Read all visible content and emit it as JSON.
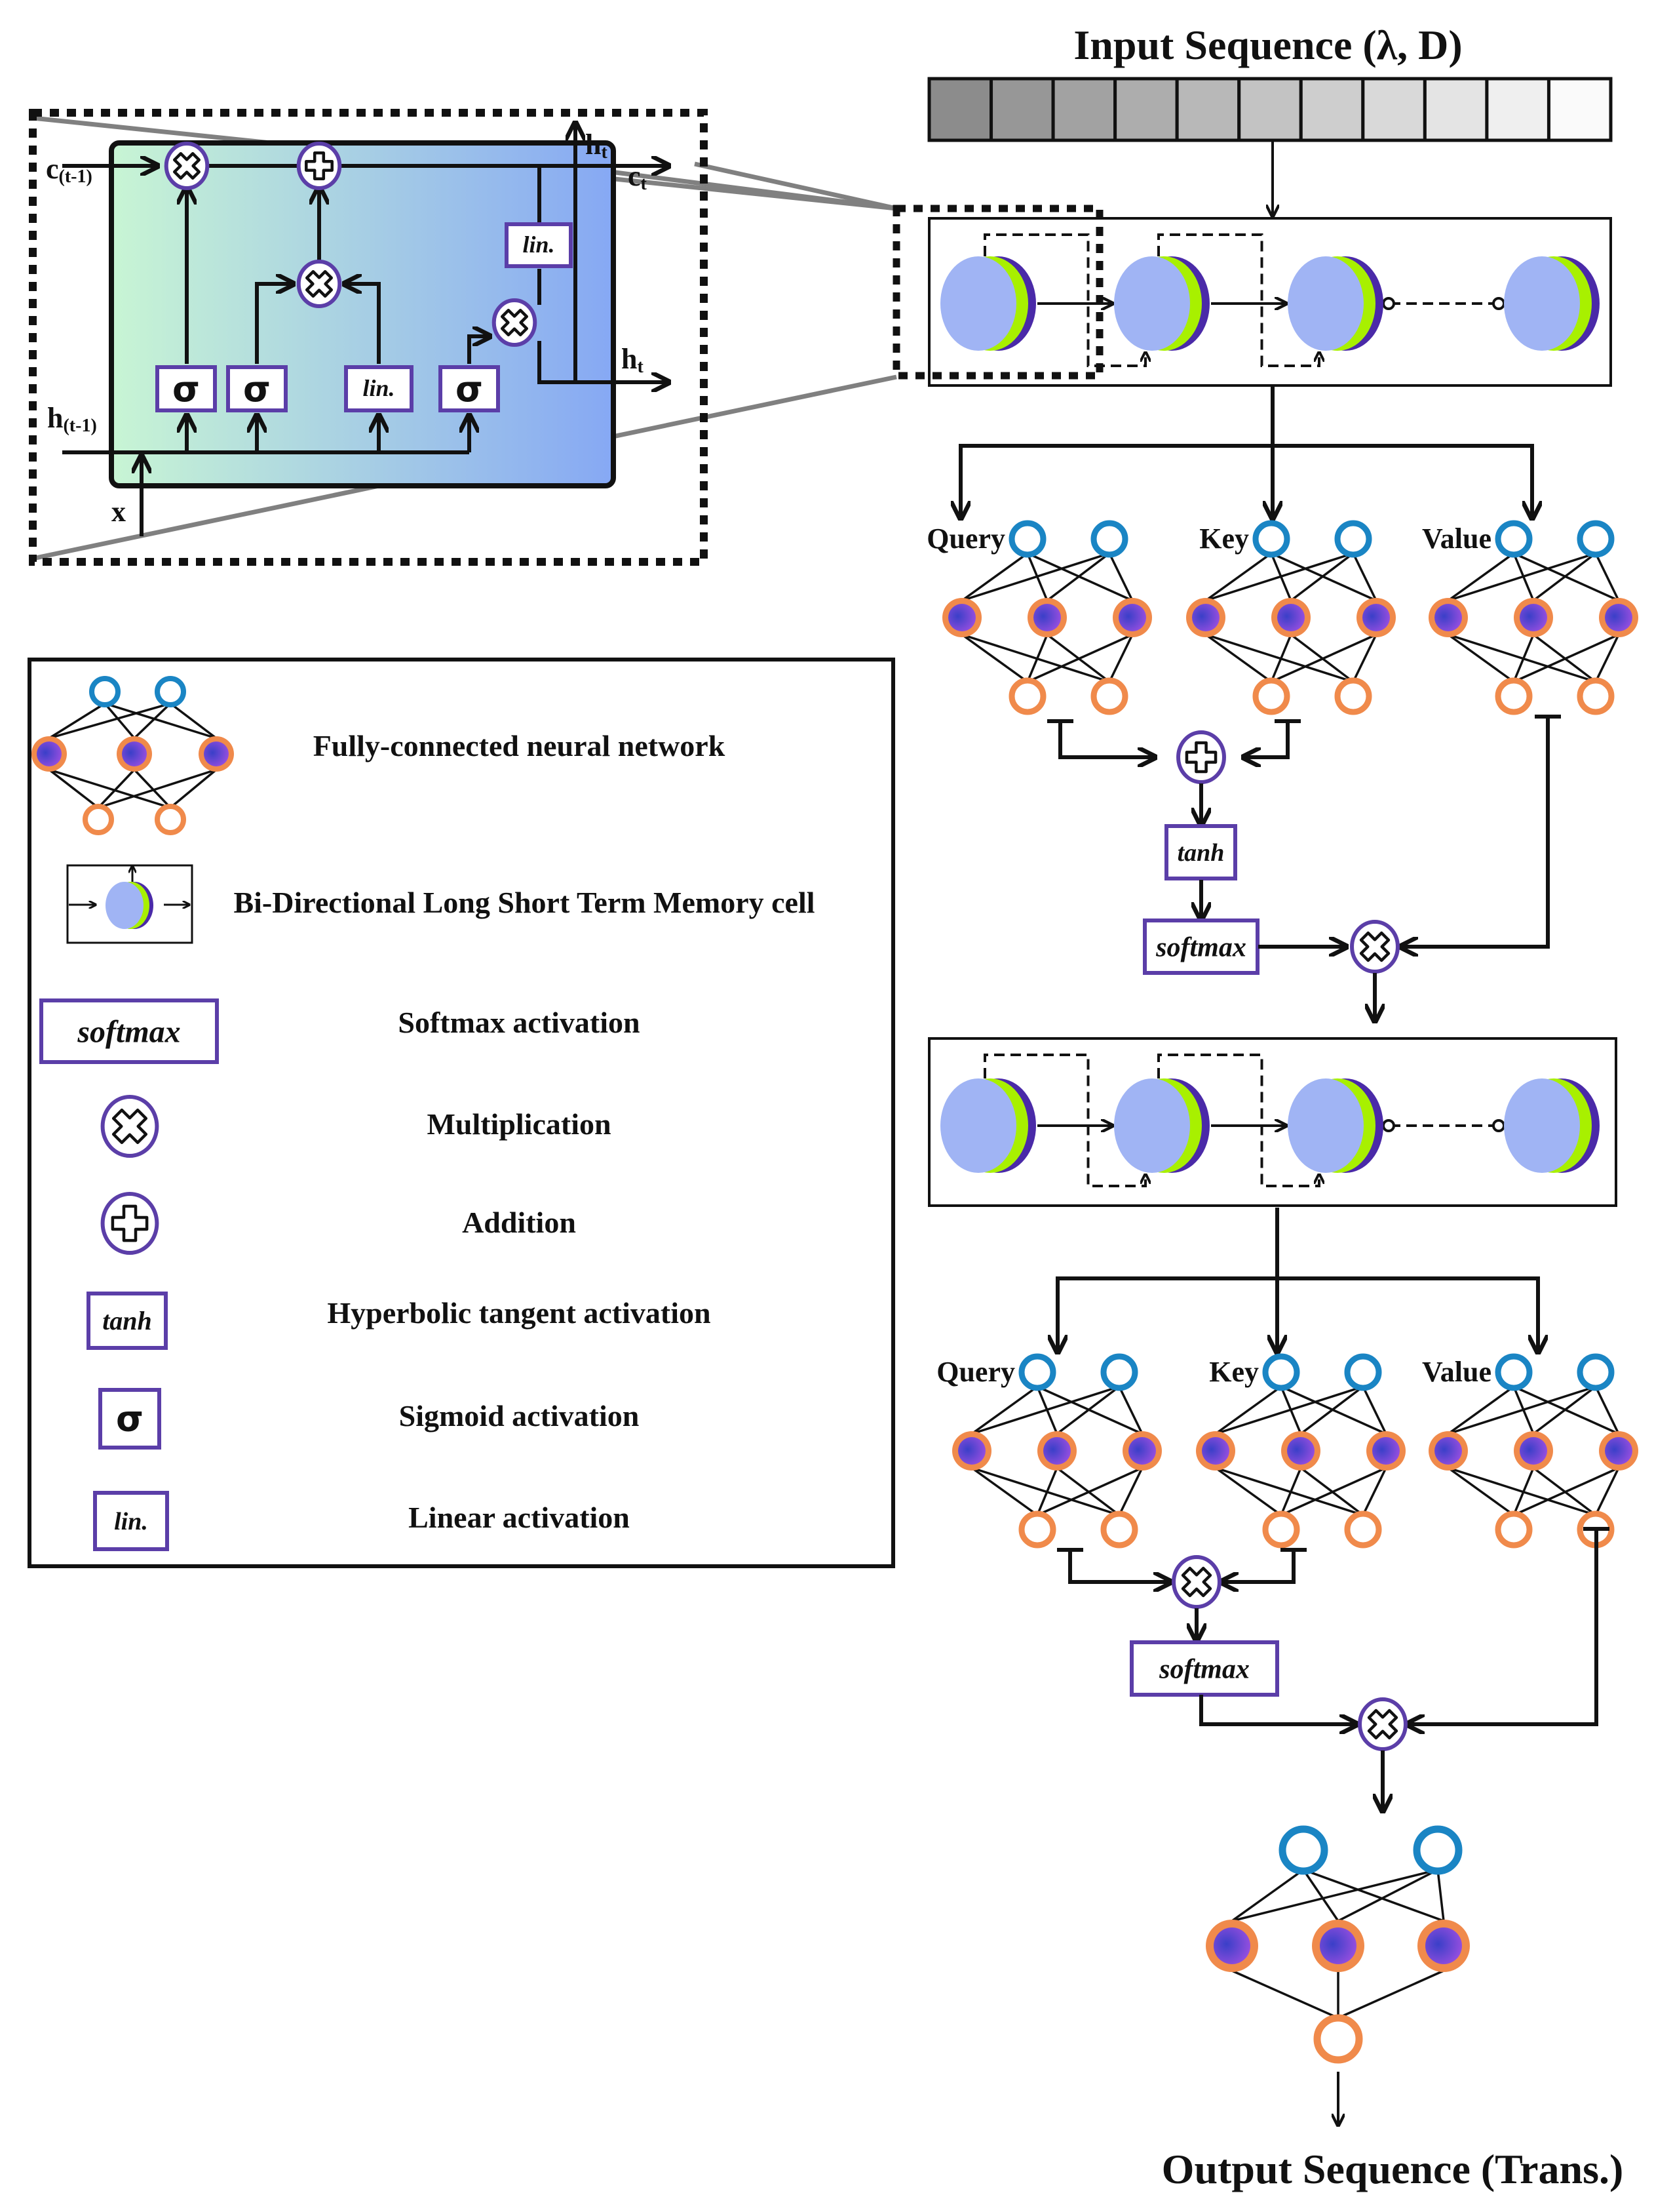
{
  "diagram": {
    "title_input": "Input Sequence (λ, D)",
    "title_output": "Output Sequence (Trans.)",
    "input_sequence_cells": 11,
    "colors": {
      "op_border": "#5b3ea8",
      "lstm_body": "#a0b4f4",
      "lstm_mid": "#a8f000",
      "lstm_back": "#4a2aa8",
      "fc_input_node": "#1a85c4",
      "fc_hidden_ring": "#f08a4b",
      "fc_hidden_core_from": "#3a3fc8",
      "fc_hidden_core_to": "#9a4fe0",
      "fc_output_node": "#f08a4b",
      "cell_grad_from": "#c8f5d4",
      "cell_grad_to": "#86a8f4",
      "zoom_line": "#808080"
    },
    "lstm_cell_detail": {
      "labels": {
        "c_prev": "c",
        "c_prev_sub": "(t-1)",
        "h_prev": "h",
        "h_prev_sub": "(t-1)",
        "c_t": "c",
        "c_t_sub": "t",
        "h_t_top": "h",
        "h_t_top_sub": "t",
        "h_t_right": "h",
        "h_t_right_sub": "t",
        "x": "x"
      },
      "gates": [
        "σ",
        "σ",
        "lin.",
        "σ"
      ],
      "output_activation": "lin."
    },
    "bilstm_block_1": {
      "cells": 4
    },
    "bilstm_block_2": {
      "cells": 4
    },
    "attention_1": {
      "branches": [
        "Query",
        "Key",
        "Value"
      ],
      "combine_op": "addition",
      "activation_1": "tanh",
      "activation_2": "softmax",
      "final_op": "multiplication"
    },
    "attention_2": {
      "branches": [
        "Query",
        "Key",
        "Value"
      ],
      "combine_op": "multiplication",
      "activation": "softmax",
      "final_op": "multiplication"
    },
    "legend": {
      "items": [
        {
          "icon": "fully-connected-nn-icon",
          "label": "Fully-connected neural network"
        },
        {
          "icon": "bilstm-cell-icon",
          "label": "Bi-Directional Long Short Term Memory cell"
        },
        {
          "icon": "softmax-box-icon",
          "icon_text": "softmax",
          "label": "Softmax activation"
        },
        {
          "icon": "multiplication-icon",
          "label": "Multiplication"
        },
        {
          "icon": "addition-icon",
          "label": "Addition"
        },
        {
          "icon": "tanh-box-icon",
          "icon_text": "tanh",
          "label": "Hyperbolic tangent activation"
        },
        {
          "icon": "sigmoid-box-icon",
          "icon_text": "σ",
          "label": "Sigmoid activation"
        },
        {
          "icon": "linear-box-icon",
          "icon_text": "lin.",
          "label": "Linear activation"
        }
      ]
    }
  }
}
